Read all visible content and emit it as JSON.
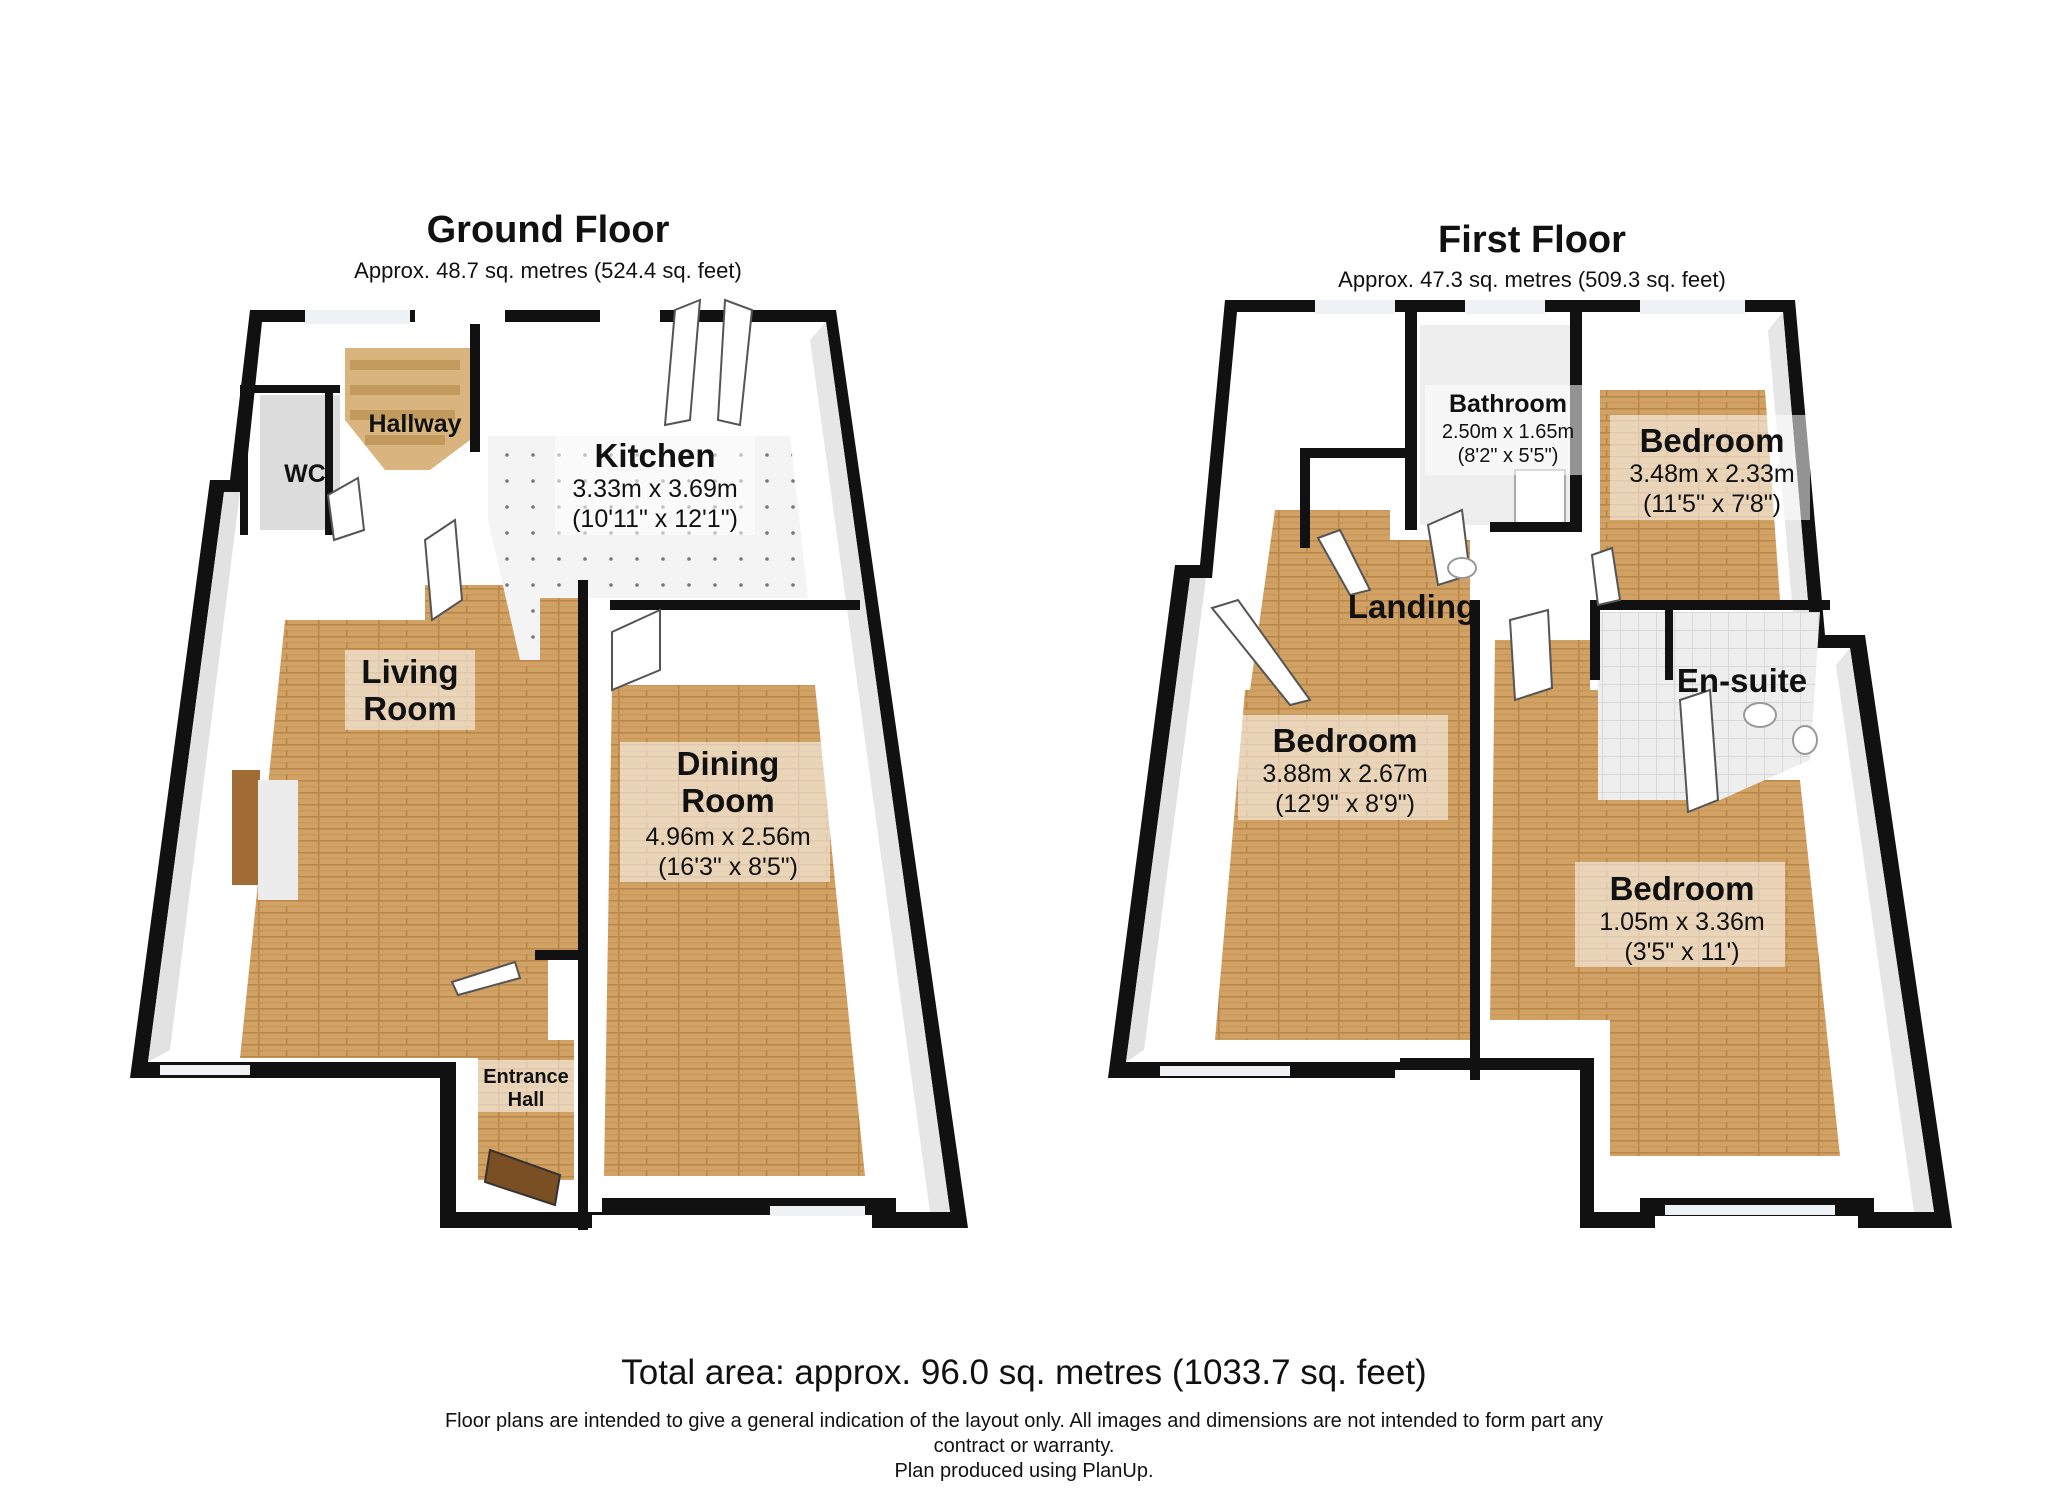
{
  "ground_floor": {
    "title": "Ground Floor",
    "area": "Approx. 48.7 sq. metres (524.4 sq. feet)",
    "rooms": {
      "wc": {
        "name": "WC"
      },
      "hallway": {
        "name": "Hallway"
      },
      "kitchen": {
        "name": "Kitchen",
        "metric": "3.33m x 3.69m",
        "imperial": "(10'11\" x 12'1\")"
      },
      "living": {
        "name_line1": "Living",
        "name_line2": "Room"
      },
      "dining": {
        "name_line1": "Dining",
        "name_line2": "Room",
        "metric": "4.96m x 2.56m",
        "imperial": "(16'3\" x 8'5\")"
      },
      "entrance": {
        "name_line1": "Entrance",
        "name_line2": "Hall"
      }
    }
  },
  "first_floor": {
    "title": "First Floor",
    "area": "Approx. 47.3 sq. metres (509.3 sq. feet)",
    "rooms": {
      "bathroom": {
        "name": "Bathroom",
        "metric": "2.50m x 1.65m",
        "imperial": "(8'2\" x 5'5\")"
      },
      "bedroom_rear": {
        "name": "Bedroom",
        "metric": "3.48m x 2.33m",
        "imperial": "(11'5\" x 7'8\")"
      },
      "landing": {
        "name": "Landing"
      },
      "ensuite": {
        "name": "En-suite"
      },
      "bedroom_left": {
        "name": "Bedroom",
        "metric": "3.88m x 2.67m",
        "imperial": "(12'9\" x 8'9\")"
      },
      "bedroom_front": {
        "name": "Bedroom",
        "metric": "1.05m x 3.36m",
        "imperial": "(3'5\" x 11')"
      }
    }
  },
  "footer": {
    "total": "Total area: approx. 96.0 sq. metres (1033.7 sq. feet)",
    "disclaimer_line1": "Floor plans are intended to give a general indication of the layout only. All images and dimensions are not intended to form part any",
    "disclaimer_line2": "contract or warranty.",
    "produced_by": "Plan produced using PlanUp."
  }
}
